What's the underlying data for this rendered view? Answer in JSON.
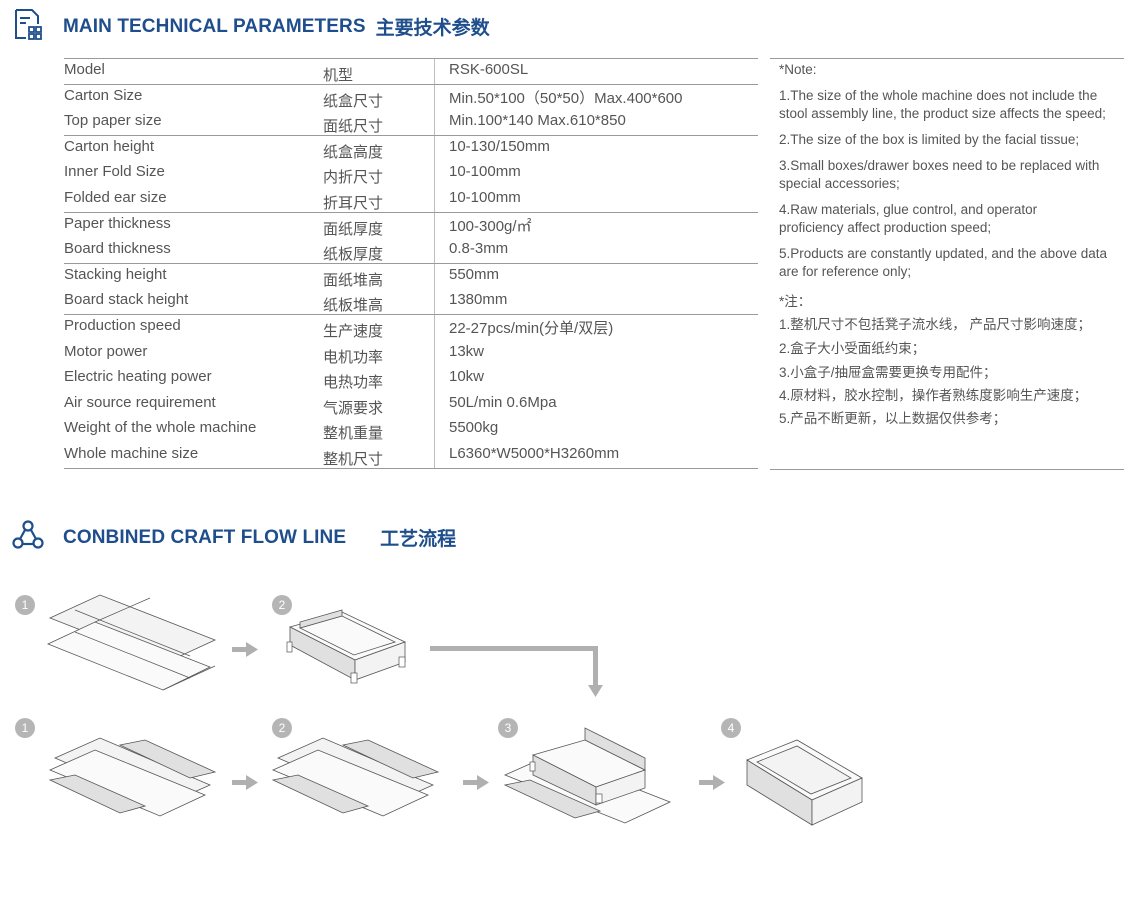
{
  "section1": {
    "title": "MAIN TECHNICAL PARAMETERS",
    "title_cn": "主要技术参数",
    "icon": "document-grid-icon"
  },
  "params": [
    {
      "en": "Model",
      "cn": "机型",
      "value": "RSK-600SL"
    },
    {
      "en": "Carton Size",
      "cn": "纸盒尺寸",
      "value": "Min.50*100（50*50）Max.400*600"
    },
    {
      "en": "Top paper size",
      "cn": "面纸尺寸",
      "value": "Min.100*140 Max.610*850"
    },
    {
      "en": "Carton height",
      "cn": "纸盒高度",
      "value": "10-130/150mm"
    },
    {
      "en": "Inner Fold Size",
      "cn": "内折尺寸",
      "value": "10-100mm"
    },
    {
      "en": "Folded ear size",
      "cn": "折耳尺寸",
      "value": "10-100mm"
    },
    {
      "en": "Paper thickness",
      "cn": "面纸厚度",
      "value": "100-300g/㎡"
    },
    {
      "en": "Board thickness",
      "cn": "纸板厚度",
      "value": "0.8-3mm"
    },
    {
      "en": "Stacking height",
      "cn": "面纸堆高",
      "value": "550mm"
    },
    {
      "en": "Board stack height",
      "cn": "纸板堆高",
      "value": "1380mm"
    },
    {
      "en": "Production speed",
      "cn": "生产速度",
      "value": "22-27pcs/min(分单/双层)"
    },
    {
      "en": "Motor power",
      "cn": "电机功率",
      "value": "13kw"
    },
    {
      "en": "Electric heating power",
      "cn": "电热功率",
      "value": "10kw"
    },
    {
      "en": "Air source requirement",
      "cn": "气源要求",
      "value": "50L/min 0.6Mpa"
    },
    {
      "en": "Weight of the whole machine",
      "cn": "整机重量",
      "value": "5500kg"
    },
    {
      "en": "Whole machine size",
      "cn": "整机尺寸",
      "value": "L6360*W5000*H3260mm"
    }
  ],
  "notes": {
    "heading": "*Note:",
    "en": [
      "1.The size of the whole machine does not include the stool assembly line, the product size affects the speed;",
      "2.The size of the box is limited by the facial tissue;",
      "3.Small boxes/drawer boxes need to be replaced with special accessories;",
      "4.Raw materials, glue control, and operator proficiency affect production speed;",
      "5.Products are constantly updated, and the above data are for reference only;"
    ],
    "heading_cn": "*注：",
    "cn": [
      "1.整机尺寸不包括凳子流水线， 产品尺寸影响速度；",
      "2.盒子大小受面纸约束；",
      "3.小盒子/抽屉盒需要更换专用配件；",
      "4.原材料，胶水控制，操作者熟练度影响生产速度；",
      "5.产品不断更新，以上数据仅供参考；"
    ]
  },
  "section2": {
    "title": "CONBINED CRAFT FLOW LINE",
    "title_cn": "工艺流程",
    "icon": "process-nodes-icon"
  },
  "flow": {
    "row1": [
      "1",
      "2"
    ],
    "row2": [
      "1",
      "2",
      "3",
      "4"
    ]
  },
  "colors": {
    "brand": "#1f4e8c",
    "step_badge": "#b5b5b5",
    "line": "#9a9a9a",
    "arrow": "#b0b0b0"
  }
}
